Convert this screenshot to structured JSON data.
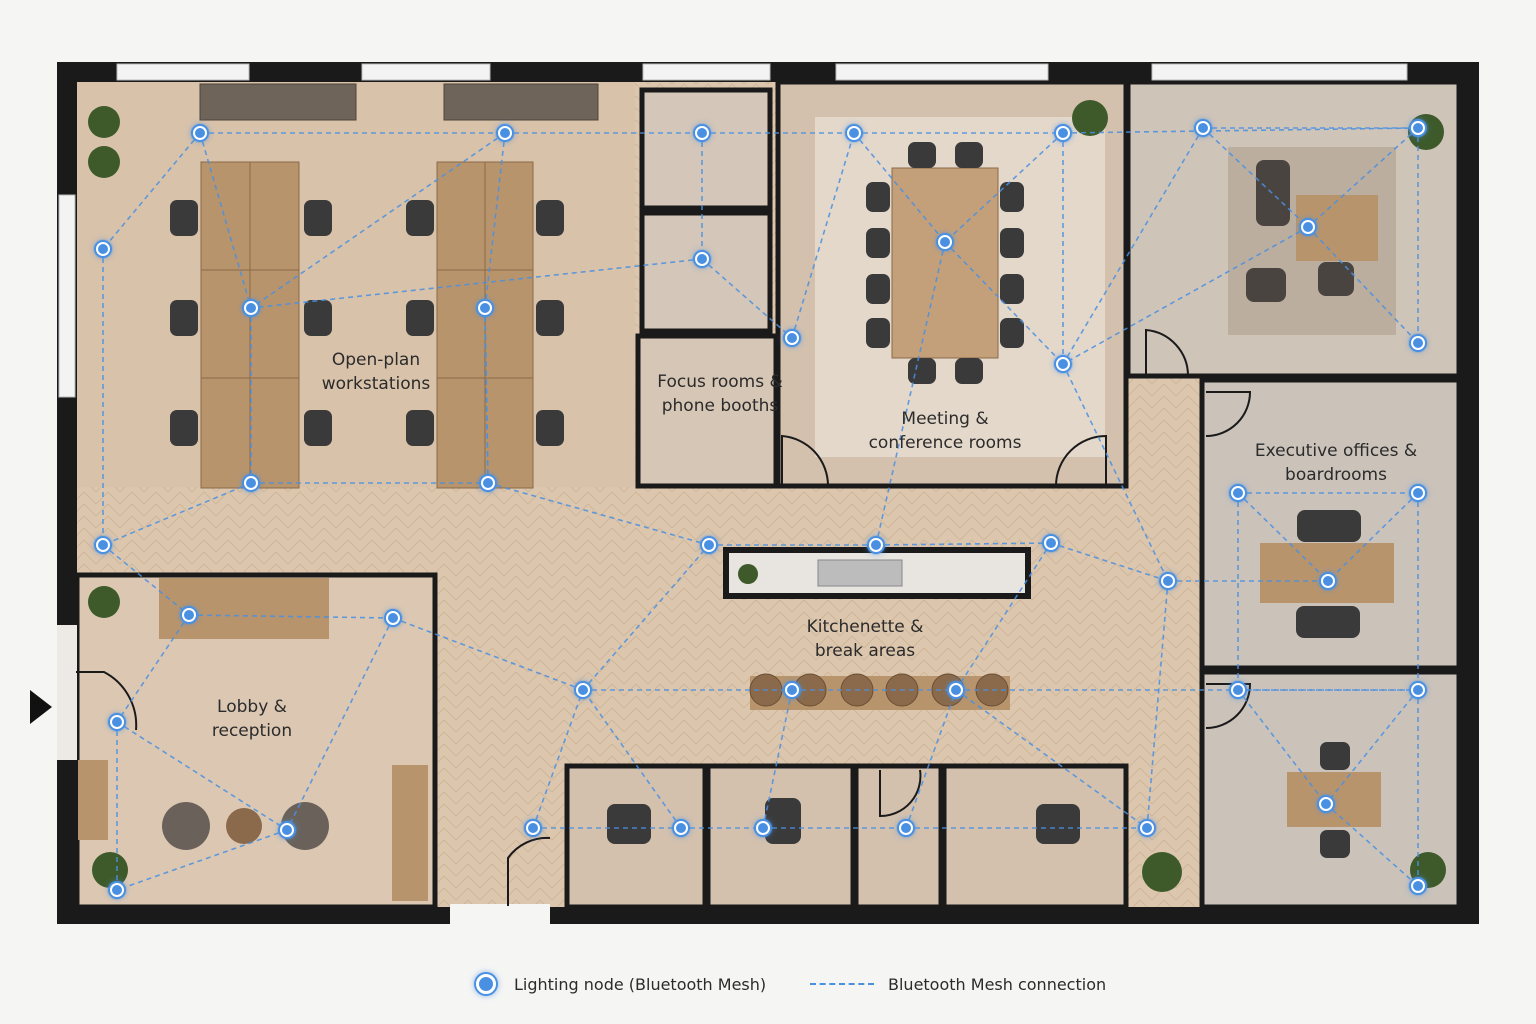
{
  "rooms": {
    "open_plan": [
      "Open-plan",
      "workstations"
    ],
    "focus": [
      "Focus rooms &",
      "phone booths"
    ],
    "meeting": [
      "Meeting &",
      "conference rooms"
    ],
    "executive": [
      "Executive offices &",
      "boardrooms"
    ],
    "kitchen": [
      "Kitchenette &",
      "break areas"
    ],
    "lobby": [
      "Lobby &",
      "reception"
    ]
  },
  "legend": {
    "node_label": "Lighting node (Bluetooth Mesh)",
    "connection_label": "Bluetooth Mesh connection"
  },
  "colors": {
    "node": "#4a90e2",
    "wall": "#1a1a1a",
    "floor": "#d9c3ab",
    "carpet": "#c8bfb5"
  }
}
